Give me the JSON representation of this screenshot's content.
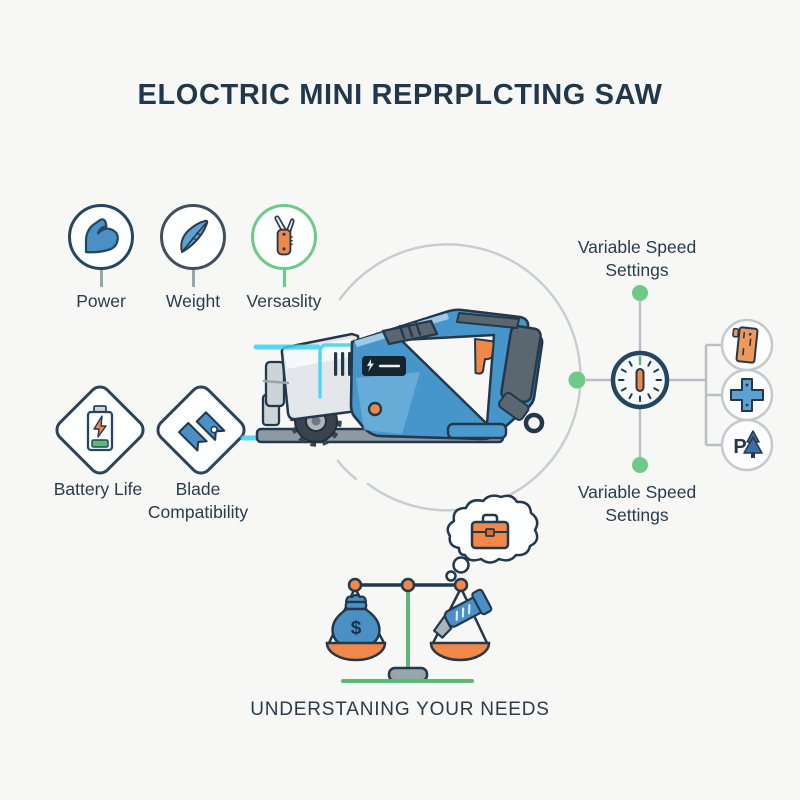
{
  "title": "ELOCTRIC MINI REPRPLCTING SAW",
  "features": [
    {
      "label": "Power",
      "icon": "bicep-icon"
    },
    {
      "label": "Weight",
      "icon": "feather-icon"
    },
    {
      "label": "Versaslity",
      "icon": "swiss-army-knife-icon"
    }
  ],
  "attributes": [
    {
      "label": "Battery Life",
      "icon": "battery-icon"
    },
    {
      "label": "Blade Compatibility",
      "icon": "saw-blades-icon"
    }
  ],
  "hero": {
    "illustration": "reciprocating-saw-illustration"
  },
  "speed_dial": {
    "top_label": "Variable Speed Settings",
    "bottom_label": "Variable Speed Settings",
    "dial_icon": "speed-dial-icon",
    "materials": [
      {
        "icon": "wood-plank-icon"
      },
      {
        "icon": "metal-pipe-icon"
      },
      {
        "icon": "plastic-lumber-icon",
        "letter": "P"
      }
    ]
  },
  "decision": {
    "caption": "UNDERSTANING YOUR NEEDS",
    "illustration": "balance-scale-illustration",
    "money_symbol": "$",
    "elements": [
      "money-bag-icon",
      "power-tool-icon",
      "briefcase-thought-bubble-icon"
    ]
  },
  "colors": {
    "background": "#f7f8f6",
    "ink": "#22384a",
    "accent_blue": "#4796cb",
    "accent_orange": "#f0884a",
    "accent_green": "#6fc988",
    "glow_cyan": "#3fd2ef",
    "line_gray": "#c5cacd"
  }
}
